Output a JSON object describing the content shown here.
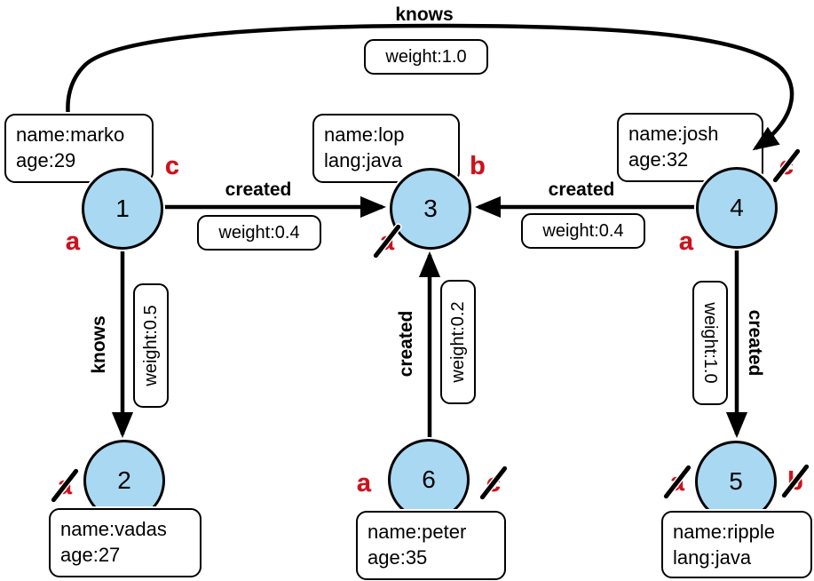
{
  "diagram": {
    "title": "property graph of vertices and edges (modern graph)",
    "colors": {
      "background": "#ffffff",
      "node_fill": "#A9D9F2",
      "node_border": "#000000",
      "annotation_red": "#c8131f",
      "edge_color": "#000000"
    }
  },
  "nodes": [
    {
      "id": "1",
      "props": [
        "name:marko",
        "age:29"
      ]
    },
    {
      "id": "2",
      "props": [
        "name:vadas",
        "age:27"
      ]
    },
    {
      "id": "3",
      "props": [
        "name:lop",
        "lang:java"
      ]
    },
    {
      "id": "4",
      "props": [
        "name:josh",
        "age:32"
      ]
    },
    {
      "id": "5",
      "props": [
        "name:ripple",
        "lang:java"
      ]
    },
    {
      "id": "6",
      "props": [
        "name:peter",
        "age:35"
      ]
    }
  ],
  "edges": [
    {
      "from": "1",
      "to": "4",
      "label": "knows",
      "weight": 1.0,
      "weight_label": "weight:1.0"
    },
    {
      "from": "1",
      "to": "3",
      "label": "created",
      "weight": 0.4,
      "weight_label": "weight:0.4"
    },
    {
      "from": "4",
      "to": "3",
      "label": "created",
      "weight": 0.4,
      "weight_label": "weight:0.4"
    },
    {
      "from": "1",
      "to": "2",
      "label": "knows",
      "weight": 0.5,
      "weight_label": "weight:0.5"
    },
    {
      "from": "6",
      "to": "3",
      "label": "created",
      "weight": 0.2,
      "weight_label": "weight:0.2"
    },
    {
      "from": "4",
      "to": "5",
      "label": "created",
      "weight": 1.0,
      "weight_label": "weight:1.0"
    }
  ],
  "annotations": [
    {
      "node": "1",
      "letter": "c",
      "crossed": false,
      "position": "upper-right"
    },
    {
      "node": "1",
      "letter": "a",
      "crossed": false,
      "position": "lower-left"
    },
    {
      "node": "3",
      "letter": "b",
      "crossed": false,
      "position": "upper-right"
    },
    {
      "node": "3",
      "letter": "a",
      "crossed": true,
      "position": "lower-left"
    },
    {
      "node": "4",
      "letter": "c",
      "crossed": true,
      "position": "upper-right"
    },
    {
      "node": "4",
      "letter": "a",
      "crossed": false,
      "position": "lower-left"
    },
    {
      "node": "2",
      "letter": "a",
      "crossed": true,
      "position": "left"
    },
    {
      "node": "6",
      "letter": "a",
      "crossed": false,
      "position": "left"
    },
    {
      "node": "6",
      "letter": "c",
      "crossed": true,
      "position": "right"
    },
    {
      "node": "5",
      "letter": "a",
      "crossed": true,
      "position": "left"
    },
    {
      "node": "5",
      "letter": "b",
      "crossed": true,
      "position": "right"
    }
  ]
}
